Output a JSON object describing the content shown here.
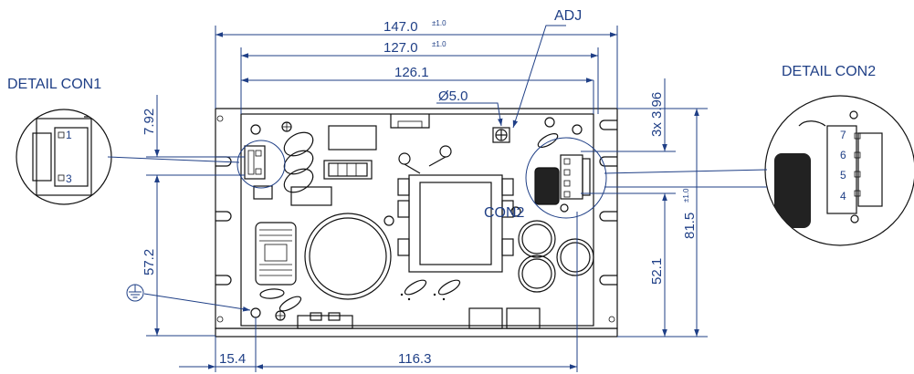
{
  "labels": {
    "detail_con1": "DETAIL CON1",
    "detail_con2": "DETAIL CON2",
    "adj": "ADJ",
    "con2": "CON2"
  },
  "dimensions": {
    "width_overall": "147.0",
    "width_overall_tol": "±1.0",
    "width_mounting": "127.0",
    "width_mounting_tol": "±1.0",
    "width_board": "126.1",
    "hole_diameter": "Ø5.0",
    "con_offset_top": "7.92",
    "con_offset_side": "57.2",
    "height_overall": "81.5",
    "height_overall_tol": "±1.0",
    "height_mounting": "52.1",
    "pitch": "3x 3.96",
    "offset_left": "15.4",
    "spacing_bottom": "116.3"
  },
  "con1_pins": [
    "1",
    "3"
  ],
  "con2_pins": [
    "7",
    "6",
    "5",
    "4"
  ],
  "icons": {
    "ground": "ground-icon"
  }
}
